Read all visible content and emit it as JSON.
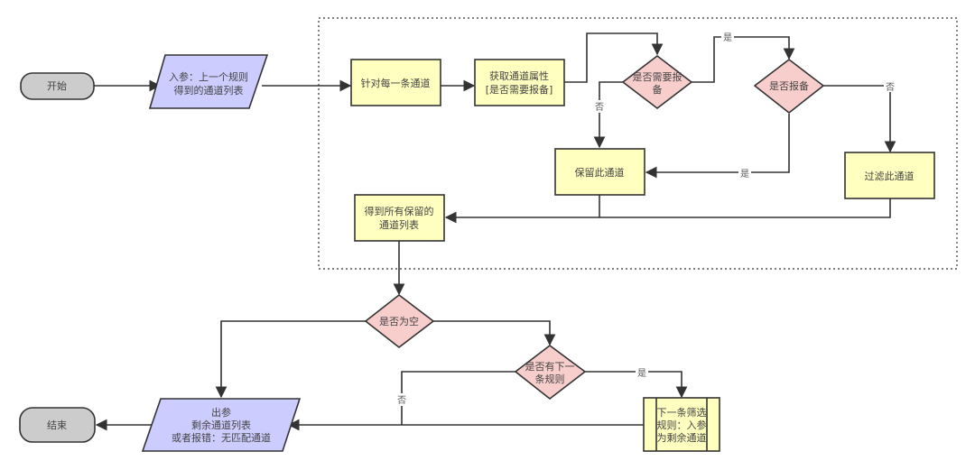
{
  "diagram": {
    "type": "flowchart",
    "colors": {
      "terminal_fill": "#cccccc",
      "io_fill": "#ccccff",
      "process_fill": "#ffffc0",
      "decision_fill": "#f8cecc",
      "stroke": "#333333",
      "group_border": "#333333"
    },
    "nodes": {
      "start": {
        "kind": "terminal",
        "lines": [
          "开始"
        ]
      },
      "input": {
        "kind": "io",
        "lines": [
          "入参：上一个规则",
          "得到的通道列表"
        ]
      },
      "for_each": {
        "kind": "process",
        "lines": [
          "针对每一条通道"
        ]
      },
      "get_attr": {
        "kind": "process",
        "lines": [
          "获取通道属性",
          "[是否需要报备]"
        ]
      },
      "need_report": {
        "kind": "decision",
        "lines": [
          "是否需要报",
          "备"
        ]
      },
      "reported": {
        "kind": "decision",
        "lines": [
          "是否报备"
        ]
      },
      "keep": {
        "kind": "process",
        "lines": [
          "保留此通道"
        ]
      },
      "filter": {
        "kind": "process",
        "lines": [
          "过滤此通道"
        ]
      },
      "collect": {
        "kind": "process",
        "lines": [
          "得到所有保留的",
          "通道列表"
        ]
      },
      "is_empty": {
        "kind": "decision",
        "lines": [
          "是否为空"
        ]
      },
      "has_next": {
        "kind": "decision",
        "lines": [
          "是否有下一",
          "条规则"
        ]
      },
      "next_rule": {
        "kind": "subprocess",
        "lines": [
          "下一条筛选",
          "规则：入参",
          "为剩余通道"
        ]
      },
      "output": {
        "kind": "io",
        "lines": [
          "出参",
          "剩余通道列表",
          "或者报错：无匹配通道"
        ]
      },
      "end": {
        "kind": "terminal",
        "lines": [
          "结束"
        ]
      }
    },
    "edges": [
      {
        "from": "start",
        "to": "input",
        "label": ""
      },
      {
        "from": "input",
        "to": "for_each",
        "label": ""
      },
      {
        "from": "for_each",
        "to": "get_attr",
        "label": ""
      },
      {
        "from": "get_attr",
        "to": "need_report",
        "label": ""
      },
      {
        "from": "need_report",
        "to": "reported",
        "label": "是"
      },
      {
        "from": "need_report",
        "to": "keep",
        "label": "否"
      },
      {
        "from": "reported",
        "to": "keep",
        "label": "是"
      },
      {
        "from": "reported",
        "to": "filter",
        "label": "否"
      },
      {
        "from": "keep",
        "to": "collect",
        "label": ""
      },
      {
        "from": "filter",
        "to": "collect",
        "label": ""
      },
      {
        "from": "collect",
        "to": "is_empty",
        "label": ""
      },
      {
        "from": "is_empty",
        "to": "output",
        "label": ""
      },
      {
        "from": "is_empty",
        "to": "has_next",
        "label": ""
      },
      {
        "from": "has_next",
        "to": "next_rule",
        "label": "是"
      },
      {
        "from": "has_next",
        "to": "output",
        "label": "否"
      },
      {
        "from": "next_rule",
        "to": "output",
        "label": ""
      },
      {
        "from": "output",
        "to": "end",
        "label": ""
      }
    ],
    "labels": {
      "yes": "是",
      "no": "否"
    }
  }
}
